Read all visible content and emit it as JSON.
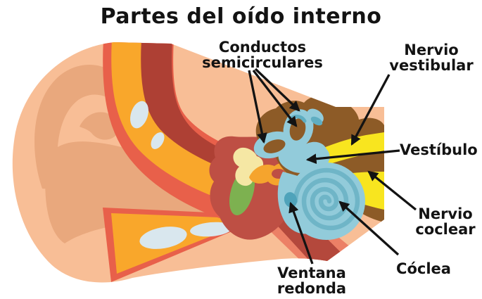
{
  "title": "Partes del oído interno",
  "labels": {
    "conductos_semicirculares": {
      "line1": "Conductos",
      "line2": "semicirculares"
    },
    "nervio_vestibular": {
      "line1": "Nervio",
      "line2": "vestibular"
    },
    "vestibulo": {
      "line1": "Vestíbulo"
    },
    "nervio_coclear": {
      "line1": "Nervio",
      "line2": "coclear"
    },
    "coclea": {
      "line1": "Cóclea"
    },
    "ventana_redonda": {
      "line1": "Ventana",
      "line2": "redonda"
    }
  },
  "colors": {
    "background": "#ffffff",
    "text": "#131313",
    "skin": "#F8BE96",
    "skin_shade": "#E9A87D",
    "canal_orange": "#F9A72B",
    "canal_outline": "#E8604A",
    "canal_shadow": "#AE4034",
    "middle_ear": "#BE4F44",
    "eustachian_salmon": "#EC8066",
    "eustachian_dark": "#B4483C",
    "bone_brown": "#8D5B27",
    "nerve_yellow": "#F8E51F",
    "labyrinth_blue": "#92CBDA",
    "labyrinth_teal": "#5FAEC2",
    "spiral_stroke": "#6FB5C7",
    "round_window": "#4FA3BA",
    "eardrum_green": "#7DB150",
    "malleus_cream": "#F5E7A4",
    "ossicle_orange": "#F5A42D",
    "wax_blue": "#D9E7EE",
    "arrow": "#131313"
  }
}
